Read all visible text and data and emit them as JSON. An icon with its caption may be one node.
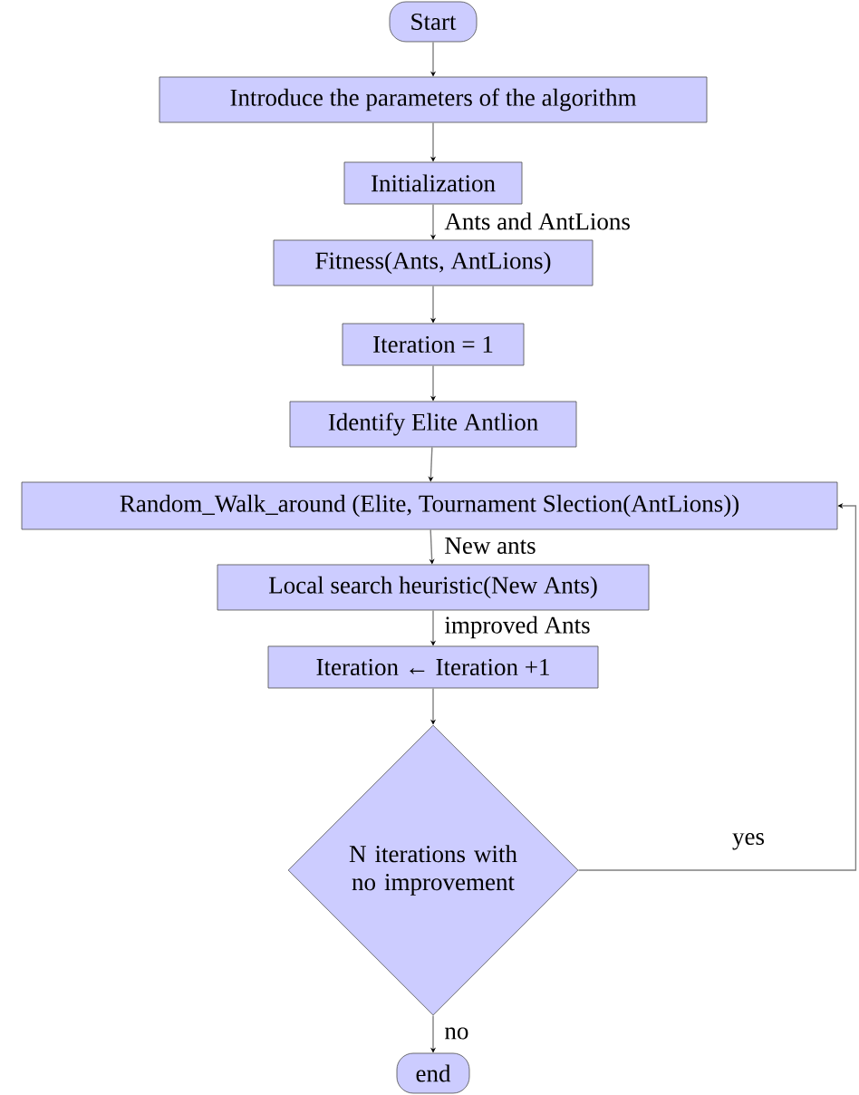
{
  "diagram": {
    "nodes": [
      {
        "text": [
          "Start"
        ]
      },
      {
        "text": [
          "Introduce the parameters of the algorithm"
        ]
      },
      {
        "text": [
          "Initialization"
        ]
      },
      {
        "text": [
          "Fitness(Ants, AntLions)"
        ]
      },
      {
        "text": [
          "Iteration = 1"
        ]
      },
      {
        "text": [
          "Identify Elite Antlion"
        ]
      },
      {
        "text": [
          "Random_Walk_around (Elite, Tournament Slection(AntLions))"
        ]
      },
      {
        "text": [
          "Local search heuristic(New Ants)"
        ]
      },
      {
        "text": [
          "Iteration ← Iteration +1"
        ]
      },
      {
        "text": [
          "N iterations with no improvement"
        ]
      },
      {
        "text": [
          "end"
        ]
      }
    ],
    "edges": [
      {
        "from": 0,
        "to": 1,
        "arrow": "to"
      },
      {
        "from": 1,
        "to": 2,
        "arrow": "to"
      },
      {
        "from": 2,
        "to": 3,
        "arrow": "to",
        "label": "Ants and AntLions"
      },
      {
        "from": 3,
        "to": 4,
        "arrow": "to"
      },
      {
        "from": 4,
        "to": 5,
        "arrow": "to"
      },
      {
        "from": 5,
        "to": 6,
        "arrow": "to"
      },
      {
        "from": 6,
        "to": 7,
        "arrow": "to",
        "label": "New ants"
      },
      {
        "from": 7,
        "to": 8,
        "arrow": "to",
        "label": "improved Ants"
      },
      {
        "from": 8,
        "to": 9,
        "arrow": "to"
      },
      {
        "from": 9,
        "to": 10,
        "arrow": "to",
        "label": "no"
      },
      {
        "from": 9,
        "to": 6,
        "arrow": "to",
        "label": "yes"
      }
    ]
  }
}
